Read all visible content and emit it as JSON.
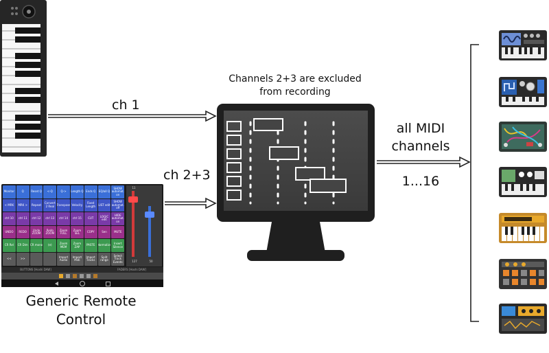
{
  "labels": {
    "excluded_line1": "Channels 2+3 are excluded",
    "excluded_line2": "from recording",
    "ch1": "ch 1",
    "ch23": "ch 2+3",
    "all_midi_line1": "all MIDI",
    "all_midi_line2": "channels",
    "range": "1...16",
    "remote_line1": "Generic Remote",
    "remote_line2": "Control"
  },
  "remote_app": {
    "footer_left": "BUTTONS [Hoshi DAW]",
    "footer_right": "FADERS [Hoshi DAW]",
    "fader_values": [
      "11",
      "127",
      "50"
    ],
    "rows": [
      {
        "color": "#3a6fd8",
        "cells": [
          "Monitor",
          "Q",
          "Reset Q",
          "<-Q",
          "Q->",
          "Length Q",
          "Ends Q",
          "EQ/all Q",
          "SHOW automat. on"
        ]
      },
      {
        "color": "#3f56c8",
        "cells": [
          "< MRK",
          "MRK >",
          "Repeat",
          "Convert 2 Real",
          "Transpose",
          "Velocity",
          "Fixed Length",
          "LIST edit",
          "SHOW automat. off"
        ]
      },
      {
        "color": "#7a3aa8",
        "cells": [
          "ctrl 10",
          "ctrl 11",
          "ctrl 12",
          "ctrl 13",
          "ctrl 14",
          "ctrl 15",
          "CUT",
          "LOGIC edit",
          "HIDE automat. on"
        ]
      },
      {
        "color": "#9a2f8a",
        "cells": [
          "UNDO",
          "REDO",
          "Undo ZOOM",
          "Redo ZOOM",
          "Zoom FULL",
          "Zoom SEL",
          "COPY",
          "Sen",
          "MUTE"
        ]
      },
      {
        "color": "#3c9a50",
        "cells": [
          "CR Rel",
          "CR Dim",
          "CR mono",
          "(e)",
          "Zoom MEM",
          "Zoom ZAP",
          "PASTE",
          "Normalize",
          "Insert Silence"
        ]
      },
      {
        "color": "#5a5a5a",
        "cells": [
          "<<",
          ">>",
          "",
          "",
          "Import Audio",
          "Import Midi",
          "Import Tracks",
          "Split range",
          "Select Track Events"
        ]
      }
    ]
  },
  "colors": {
    "arrow": "#222222",
    "monitor_body": "#1f1f1f",
    "monitor_screen": "#444444",
    "accent_yellow": "#e8a92c"
  },
  "instrument_icons": [
    "wave-synth-icon",
    "blue-synth-icon",
    "modular-synth-icon",
    "green-screen-synth-icon",
    "orange-synth-icon",
    "drum-machine-icon",
    "sampler-icon"
  ]
}
